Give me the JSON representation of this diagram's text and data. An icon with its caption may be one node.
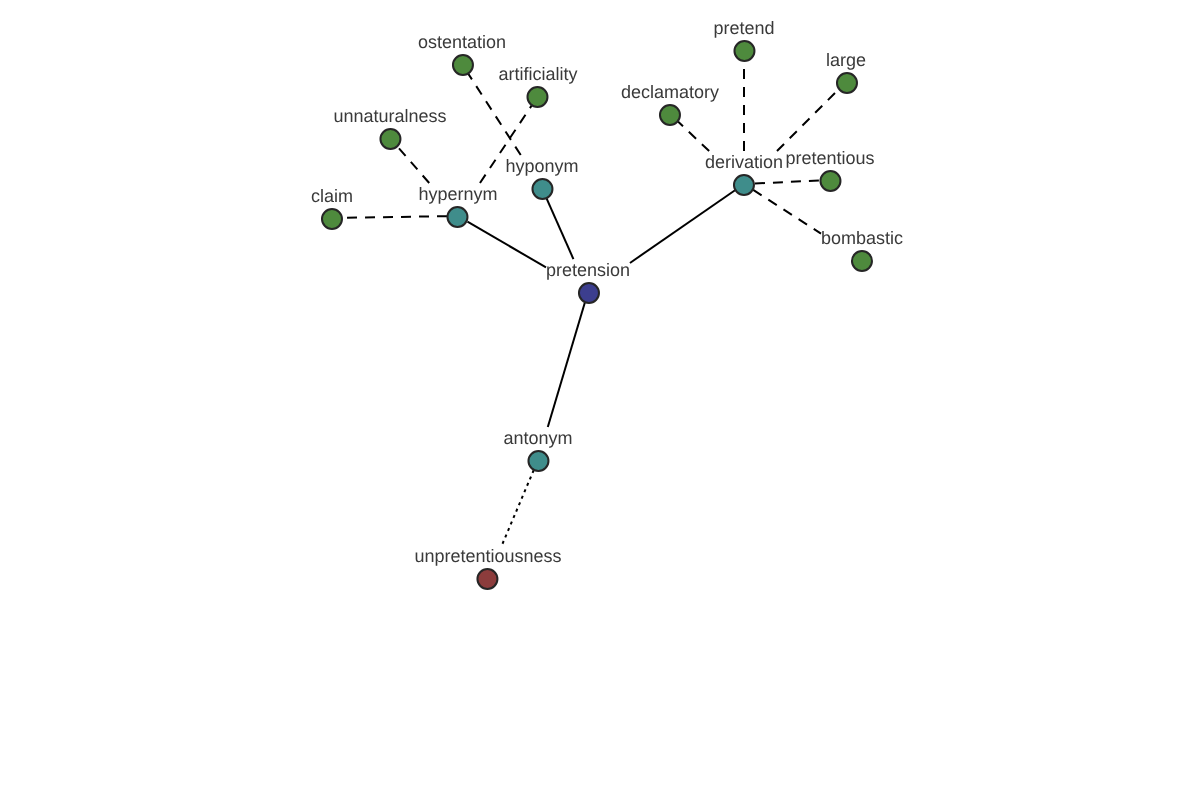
{
  "diagram": {
    "nodes": [
      {
        "text": [
          "pretend"
        ]
      },
      {
        "text": [
          "ostentation"
        ]
      },
      {
        "text": [
          "large"
        ]
      },
      {
        "text": [
          "artificiality"
        ]
      },
      {
        "text": [
          "declamatory"
        ]
      },
      {
        "text": [
          "unnaturalness"
        ]
      },
      {
        "text": [
          "pretentious"
        ]
      },
      {
        "text": [
          "derivation"
        ]
      },
      {
        "text": [
          "hyponym"
        ]
      },
      {
        "text": [
          "claim"
        ]
      },
      {
        "text": [
          "hypernym"
        ]
      },
      {
        "text": [
          "bombastic"
        ]
      },
      {
        "text": [
          "pretension"
        ]
      },
      {
        "text": [
          "antonym"
        ]
      },
      {
        "text": [
          "unpretentiousness"
        ]
      }
    ],
    "edges": [
      {
        "from": 12,
        "to": 10,
        "arrow": "none"
      },
      {
        "from": 12,
        "to": 8,
        "arrow": "none"
      },
      {
        "from": 12,
        "to": 7,
        "arrow": "none"
      },
      {
        "from": 12,
        "to": 13,
        "arrow": "none"
      },
      {
        "from": 10,
        "to": 9,
        "arrow": "none",
        "style": "dashed"
      },
      {
        "from": 10,
        "to": 5,
        "arrow": "none",
        "style": "dashed"
      },
      {
        "from": 10,
        "to": 3,
        "arrow": "none",
        "style": "dashed"
      },
      {
        "from": 8,
        "to": 1,
        "arrow": "none",
        "style": "dashed"
      },
      {
        "from": 7,
        "to": 0,
        "arrow": "none",
        "style": "dashed"
      },
      {
        "from": 7,
        "to": 2,
        "arrow": "none",
        "style": "dashed"
      },
      {
        "from": 7,
        "to": 4,
        "arrow": "none",
        "style": "dashed"
      },
      {
        "from": 7,
        "to": 6,
        "arrow": "none",
        "style": "dashed"
      },
      {
        "from": 7,
        "to": 11,
        "arrow": "none",
        "style": "dashed"
      },
      {
        "from": 13,
        "to": 14,
        "arrow": "none",
        "style": "dashed"
      }
    ]
  }
}
